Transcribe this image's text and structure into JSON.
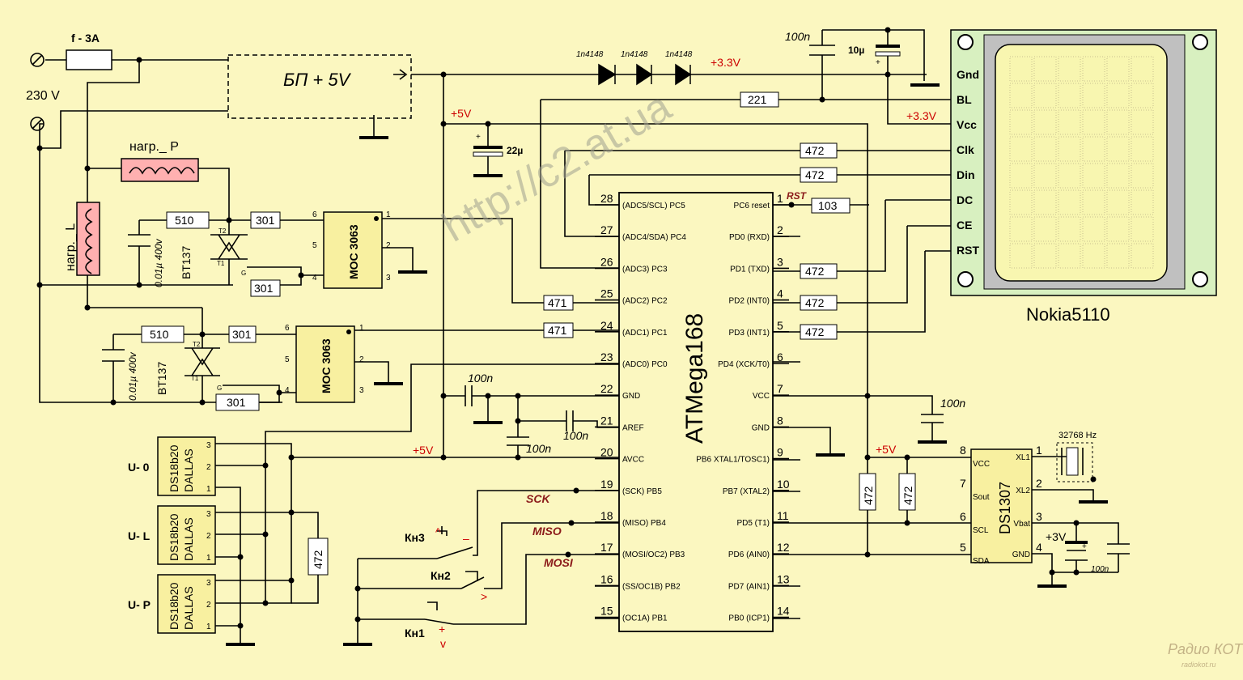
{
  "colors": {
    "background": "#fbf7c0",
    "chip": "#f8f0a0",
    "heater": "#ffb0b0",
    "lcd_frame": "#d8f0c0",
    "lcd_screen": "#f8f6b0",
    "red_label": "#cc0000"
  },
  "power": {
    "fuse": "f - 3A",
    "mains": "230 V",
    "psu": "БП + 5V",
    "v33": "+3.3V",
    "v5": "+5V",
    "v3": "+3V",
    "diode": "1n4148"
  },
  "heaters": {
    "right": "нагр._ P",
    "left": "нагр._ L"
  },
  "triac": {
    "name": "BT137",
    "cap": "0.01µ 400v",
    "pin_t1": "T1",
    "pin_t2": "T2",
    "pin_g": "G"
  },
  "optocoupler": {
    "name": "MOC 3063",
    "pins": [
      "1",
      "2",
      "3",
      "4",
      "5",
      "6"
    ]
  },
  "resistors": {
    "r510": "510",
    "r301": "301",
    "r471": "471",
    "r472": "472",
    "r221": "221",
    "r103": "103"
  },
  "caps": {
    "c100n": "100n",
    "c10u": "10µ",
    "c22u": "22µ"
  },
  "mcu": {
    "name": "ATMega168",
    "left_pins": [
      {
        "num": "28",
        "label": "(ADC5/SCL) PC5"
      },
      {
        "num": "27",
        "label": "(ADC4/SDA) PC4"
      },
      {
        "num": "26",
        "label": "(ADC3) PC3"
      },
      {
        "num": "25",
        "label": "(ADC2) PC2"
      },
      {
        "num": "24",
        "label": "(ADC1) PC1"
      },
      {
        "num": "23",
        "label": "(ADC0) PC0"
      },
      {
        "num": "22",
        "label": "GND"
      },
      {
        "num": "21",
        "label": "AREF"
      },
      {
        "num": "20",
        "label": "AVCC"
      },
      {
        "num": "19",
        "label": "(SCK) PB5"
      },
      {
        "num": "18",
        "label": "(MISO) PB4"
      },
      {
        "num": "17",
        "label": "(MOSI/OC2) PB3"
      },
      {
        "num": "16",
        "label": "(SS/OC1B) PB2"
      },
      {
        "num": "15",
        "label": "(OC1A) PB1"
      }
    ],
    "right_pins": [
      {
        "num": "1",
        "label": "PC6 reset"
      },
      {
        "num": "2",
        "label": "PD0 (RXD)"
      },
      {
        "num": "3",
        "label": "PD1 (TXD)"
      },
      {
        "num": "4",
        "label": "PD2 (INT0)"
      },
      {
        "num": "5",
        "label": "PD3 (INT1)"
      },
      {
        "num": "6",
        "label": "PD4 (XCK/T0)"
      },
      {
        "num": "7",
        "label": "VCC"
      },
      {
        "num": "8",
        "label": "GND"
      },
      {
        "num": "9",
        "label": "PB6 XTAL1/TOSC1)"
      },
      {
        "num": "10",
        "label": "PB7 (XTAL2)"
      },
      {
        "num": "11",
        "label": "PD5  (T1)"
      },
      {
        "num": "12",
        "label": "PD6 (AIN0)"
      },
      {
        "num": "13",
        "label": "PD7 (AIN1)"
      },
      {
        "num": "14",
        "label": "PB0 (ICP1)"
      }
    ]
  },
  "lcd": {
    "name": "Nokia5110",
    "pins": [
      "Gnd",
      "BL",
      "Vcc",
      "Clk",
      "Din",
      "DC",
      "CE",
      "RST"
    ]
  },
  "rtc": {
    "name": "DS1307",
    "crystal": "32768 Hz",
    "left_pins": [
      {
        "num": "8",
        "label": "VCC"
      },
      {
        "num": "7",
        "label": "Sout"
      },
      {
        "num": "6",
        "label": "SCL"
      },
      {
        "num": "5",
        "label": "SDA"
      }
    ],
    "right_pins": [
      {
        "num": "1",
        "label": "XL1"
      },
      {
        "num": "2",
        "label": "XL2"
      },
      {
        "num": "3",
        "label": "Vbat"
      },
      {
        "num": "4",
        "label": "GND"
      }
    ]
  },
  "sensors": [
    {
      "chip": "DS18b20",
      "brand": "DALLAS",
      "label": "U- 0"
    },
    {
      "chip": "DS18b20",
      "brand": "DALLAS",
      "label": "U- L"
    },
    {
      "chip": "DS18b20",
      "brand": "DALLAS",
      "label": "U- P"
    }
  ],
  "sensor_pins": [
    "3",
    "2",
    "1"
  ],
  "buttons": [
    {
      "name": "Кн3",
      "sym": "^",
      "sign": "–"
    },
    {
      "name": "Кн2",
      "sym": ">",
      "sign": "-"
    },
    {
      "name": "Кн1",
      "sym": "+",
      "sign": "v"
    }
  ],
  "signals": {
    "sck": "SCK",
    "miso": "MISO",
    "mosi": "MOSI",
    "rst": "RST"
  },
  "watermark": "http://c2.at.ua",
  "logo": {
    "line1": "Радио КОТ",
    "line2": "radiokot.ru"
  }
}
